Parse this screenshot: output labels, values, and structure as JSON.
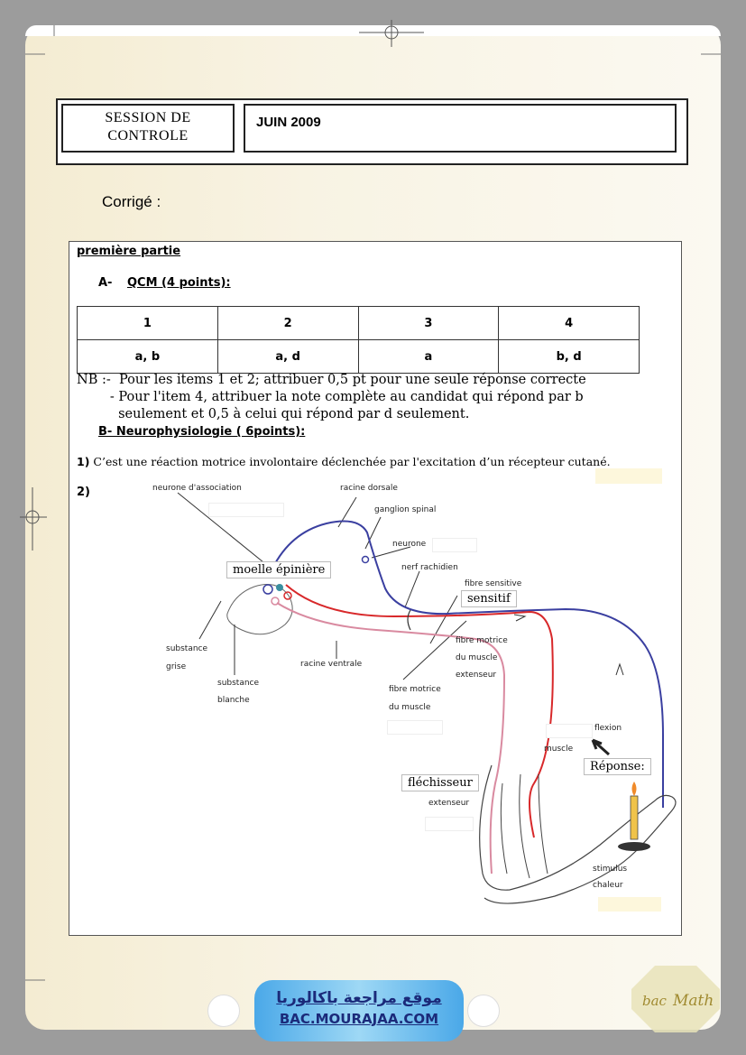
{
  "header": {
    "session": "SESSION DE CONTROLE",
    "session_line1": "SESSION DE",
    "session_line2": "CONTROLE",
    "date": "JUIN 2009"
  },
  "corrige": "Corrigé :",
  "part1": {
    "title": "première partie",
    "sectionA_letter": "A-",
    "sectionA_title": "QCM (4 points):",
    "qcm": {
      "headers": [
        "1",
        "2",
        "3",
        "4"
      ],
      "answers": [
        "a, b",
        "a, d",
        "a",
        "b, d"
      ]
    },
    "nb_lines": [
      "NB :-  Pour les items 1 et 2; attribuer 0,5 pt pour une seule réponse correcte",
      "        - Pour l'item 4, attribuer la note complète au candidat qui répond par b",
      "          seulement et 0,5 à celui qui répond par d seulement."
    ],
    "sectionB_title": "B- Neurophysiologie ( 6points):",
    "q1_num": "1)",
    "q1_text": "C’est une réaction motrice involontaire déclenchée par l'excitation d’un récepteur cutané.",
    "q2_num": "2)"
  },
  "diagram": {
    "labels": {
      "neurone_association": "neurone d'association",
      "racine_dorsale": "racine dorsale",
      "ganglion_spinal": "ganglion spinal",
      "neurone": "neurone",
      "nerf_rachidien": "nerf rachidien",
      "fibre_sensitive": "fibre sensitive",
      "substance_grise_1": "substance",
      "substance_grise_2": "grise",
      "substance_blanche_1": "substance",
      "substance_blanche_2": "blanche",
      "racine_ventrale": "racine ventrale",
      "fibre_motrice_ext_1": "fibre motrice",
      "fibre_motrice_ext_2": "du muscle",
      "fibre_motrice_ext_3": "extenseur",
      "fibre_motrice_1": "fibre motrice",
      "fibre_motrice_2": "du muscle",
      "flexion": "flexion",
      "muscle": "muscle",
      "extenseur": "extenseur",
      "stimulus": "stimulus",
      "chaleur": "chaleur"
    },
    "overlays": {
      "moelle": "moelle épinière",
      "sensitif": "sensitif",
      "flechisseur": "fléchisseur",
      "reponse": "Réponse:"
    }
  },
  "footer": {
    "arabic": "موقع مراجعة باكالوريا",
    "url": "BAC.MOURAJAA.COM"
  },
  "colors": {
    "sensory": "#3a3fa0",
    "motor_red": "#d8282a",
    "motor_pink": "#d98aa0"
  }
}
